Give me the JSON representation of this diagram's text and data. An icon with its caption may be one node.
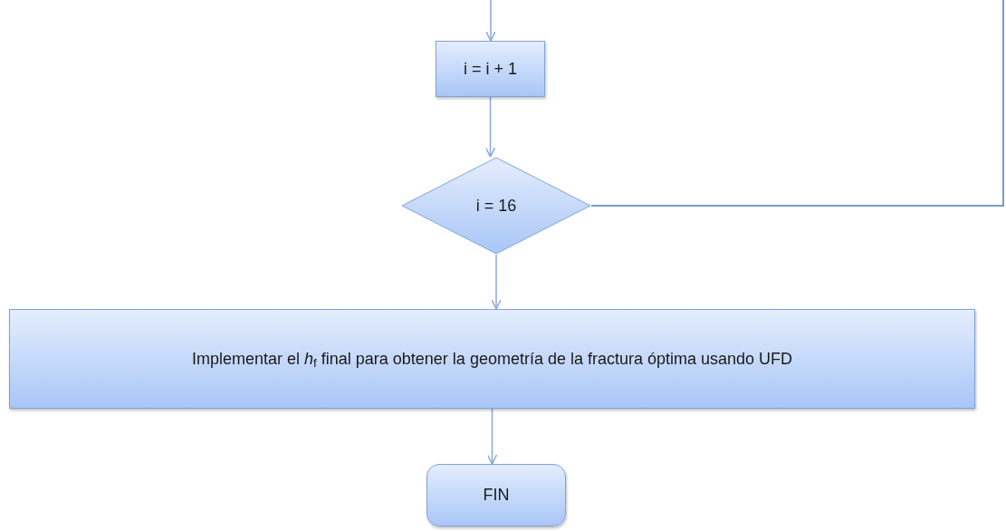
{
  "diagram": {
    "nodes": [
      {
        "text": [
          "i = i + 1"
        ]
      },
      {
        "text": [
          "i = 16"
        ]
      },
      {
        "text": [
          "Implementar el *h*$_{f}$ final para obtener la geometría de la fractura óptima usando UFD"
        ]
      },
      {
        "text": [
          "FIN"
        ]
      }
    ],
    "edges": [
      {
        "from": null,
        "to": 0,
        "arrow": "to"
      },
      {
        "from": 0,
        "to": 1,
        "arrow": "to"
      },
      {
        "from": 1,
        "to": null,
        "arrow": "none"
      },
      {
        "from": 1,
        "to": 2,
        "arrow": "to"
      },
      {
        "from": 2,
        "to": 3,
        "arrow": "to"
      }
    ]
  }
}
